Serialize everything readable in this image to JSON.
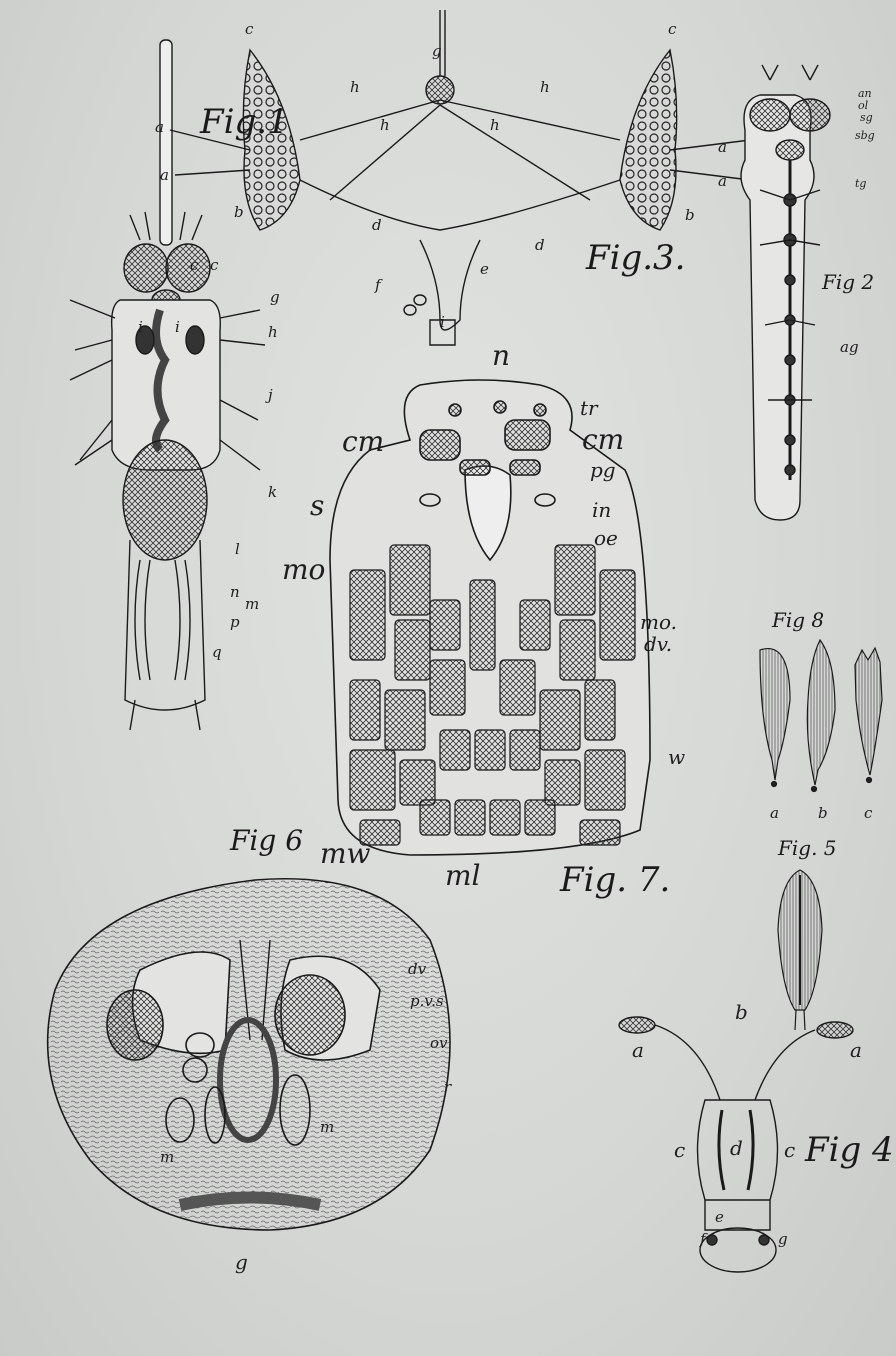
{
  "figures": {
    "fig1": {
      "title": "Fig.1",
      "labels": {
        "c": "c",
        "e": "c",
        "g": "g",
        "i1": "i",
        "i2": "i",
        "h": "h",
        "j": "j",
        "k": "k",
        "l": "l",
        "n": "n",
        "m": "m",
        "p": "p",
        "q": "q"
      }
    },
    "fig2": {
      "title": "Fig 2",
      "labels": {
        "an": "an",
        "ol": "ol",
        "sg": "sg",
        "sbg": "sbg",
        "tg": "tg",
        "ag": "ag"
      }
    },
    "fig3": {
      "title": "Fig.3.",
      "labels": {
        "g": "g",
        "c1": "c",
        "c2": "c",
        "a1": "a",
        "a2": "a",
        "a3": "a",
        "a4": "a",
        "h1": "h",
        "h2": "h",
        "h3": "h",
        "h4": "h",
        "b1": "b",
        "b2": "b",
        "d1": "d",
        "d2": "d",
        "e": "e",
        "f": "f",
        "i": "i"
      }
    },
    "fig4": {
      "title": "Fig 4",
      "labels": {
        "a1": "a",
        "a2": "a",
        "b": "b",
        "c1": "c",
        "c2": "c",
        "d": "d",
        "e": "e",
        "f": "f",
        "g": "g"
      }
    },
    "fig5": {
      "title": "Fig. 5"
    },
    "fig6": {
      "title": "Fig 6",
      "labels": {
        "dv": "dv",
        "pvs": "p.v.s",
        "ov": "ov",
        "r": "r",
        "m1": "m",
        "m2": "m",
        "g": "g"
      }
    },
    "fig7": {
      "title": "Fig. 7.",
      "labels": {
        "n": "n",
        "tr": "tr",
        "cm1": "cm",
        "cm2": "cm",
        "pg": "pg",
        "s": "s",
        "in": "in",
        "oe": "oe",
        "mo1": "mo",
        "mo2": "mo.",
        "dv": "dv.",
        "w": "w",
        "mw": "mw",
        "ml": "ml"
      }
    },
    "fig8": {
      "title": "Fig 8",
      "labels": {
        "a": "a",
        "b": "b",
        "c": "c"
      }
    }
  },
  "colors": {
    "ink": "#1a1a1a",
    "paper": "#d9dbd9",
    "hatch": "#444444"
  }
}
